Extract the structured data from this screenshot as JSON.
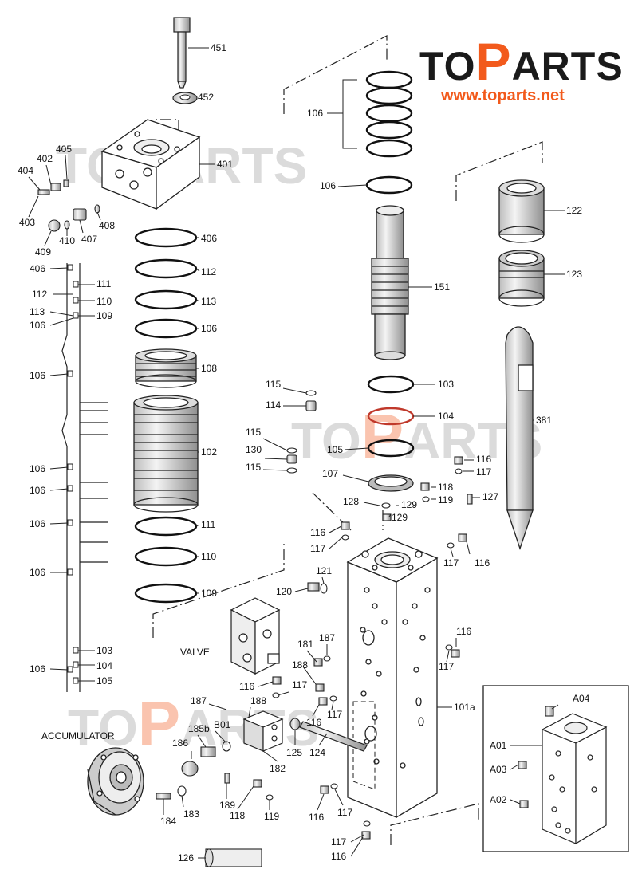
{
  "brand": {
    "logo_text": "TOPARTS",
    "url": "www.toparts.net",
    "orange": "#f25a1c",
    "dark": "#1a1a1a"
  },
  "captions": {
    "valve": "VALVE",
    "accumulator": "ACCUMULATOR"
  },
  "callouts": [
    "451",
    "452",
    "401",
    "405",
    "402",
    "404",
    "403",
    "408",
    "407",
    "409",
    "410",
    "406",
    "112",
    "113",
    "106",
    "108",
    "102",
    "111",
    "110",
    "109",
    "406",
    "111",
    "112",
    "110",
    "113",
    "109",
    "106",
    "106",
    "106",
    "106",
    "106",
    "106",
    "103",
    "106",
    "104",
    "105",
    "106",
    "106",
    "151",
    "103",
    "104",
    "105",
    "107",
    "115",
    "114",
    "115",
    "130",
    "115",
    "116",
    "117",
    "118",
    "119",
    "127",
    "128",
    "129",
    "129",
    "116",
    "117",
    "116",
    "117",
    "121",
    "120",
    "116",
    "117",
    "181",
    "187",
    "188",
    "116",
    "117",
    "116",
    "117",
    "187",
    "188",
    "185b",
    "B01",
    "186",
    "125",
    "124",
    "182",
    "101a",
    "184",
    "183",
    "189",
    "118",
    "119",
    "116",
    "117",
    "117",
    "116",
    "126",
    "122",
    "123",
    "381",
    "A04",
    "A01",
    "A03",
    "A02"
  ]
}
